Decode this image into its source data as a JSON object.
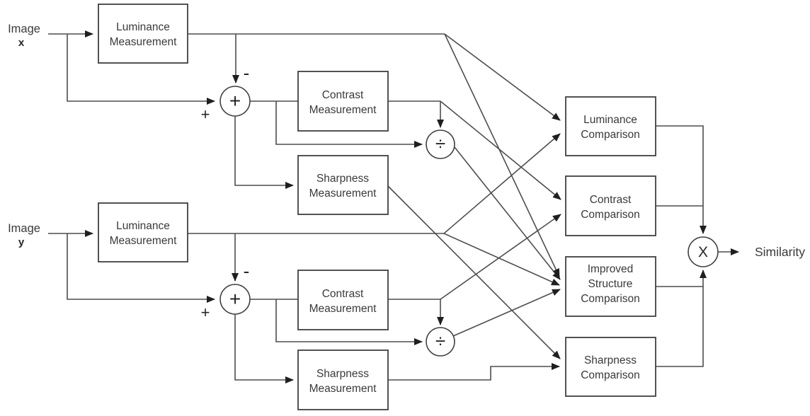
{
  "colors": {
    "line": "#4d4d4d",
    "block_border": "#404040",
    "text": "#3a3a3a",
    "background": "#ffffff"
  },
  "inputs": {
    "x": {
      "word": "Image",
      "sub": "x"
    },
    "y": {
      "word": "Image",
      "sub": "y"
    }
  },
  "blocks": {
    "lum_meas_x": {
      "l1": "Luminance",
      "l2": "Measurement"
    },
    "contrast_meas_x": {
      "l1": "Contrast",
      "l2": "Measurement"
    },
    "sharp_meas_x": {
      "l1": "Sharpness",
      "l2": "Measurement"
    },
    "lum_meas_y": {
      "l1": "Luminance",
      "l2": "Measurement"
    },
    "contrast_meas_y": {
      "l1": "Contrast",
      "l2": "Measurement"
    },
    "sharp_meas_y": {
      "l1": "Sharpness",
      "l2": "Measurement"
    },
    "lum_comp": {
      "l1": "Luminance",
      "l2": "Comparison"
    },
    "contrast_comp": {
      "l1": "Contrast",
      "l2": "Comparison"
    },
    "struct_comp": {
      "l1": "Improved",
      "l2": "Structure",
      "l3": "Comparison"
    },
    "sharp_comp": {
      "l1": "Sharpness",
      "l2": "Comparison"
    }
  },
  "operators": {
    "sum_x": "+",
    "sum_y": "+",
    "div_x": "÷",
    "div_y": "÷",
    "mult": "X",
    "minus_x": "-",
    "plus_x": "+",
    "minus_y": "-",
    "plus_y": "+"
  },
  "output_label": "Similarity"
}
